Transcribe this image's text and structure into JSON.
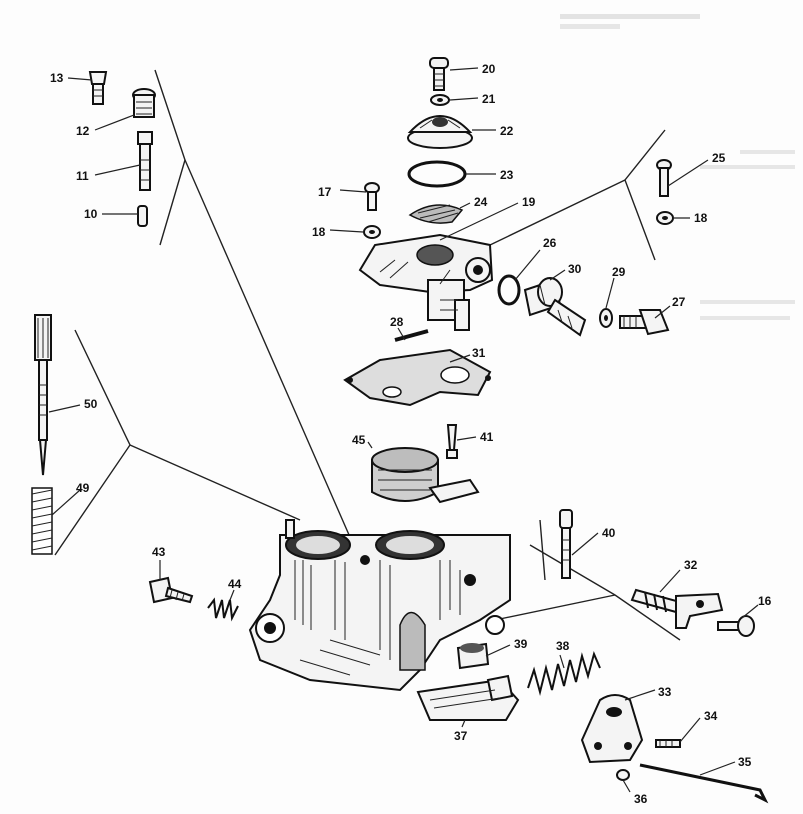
{
  "diagram": {
    "callouts": [
      {
        "id": "c20",
        "label": "20"
      },
      {
        "id": "c21",
        "label": "21"
      },
      {
        "id": "c22",
        "label": "22"
      },
      {
        "id": "c23",
        "label": "23"
      },
      {
        "id": "c24",
        "label": "24"
      },
      {
        "id": "c19",
        "label": "19"
      },
      {
        "id": "c17",
        "label": "17"
      },
      {
        "id": "c18a",
        "label": "18"
      },
      {
        "id": "c25",
        "label": "25"
      },
      {
        "id": "c18b",
        "label": "18"
      },
      {
        "id": "c26",
        "label": "26"
      },
      {
        "id": "c30",
        "label": "30"
      },
      {
        "id": "c29",
        "label": "29"
      },
      {
        "id": "c27",
        "label": "27"
      },
      {
        "id": "c28",
        "label": "28"
      },
      {
        "id": "c31",
        "label": "31"
      },
      {
        "id": "c13",
        "label": "13"
      },
      {
        "id": "c12",
        "label": "12"
      },
      {
        "id": "c11",
        "label": "11"
      },
      {
        "id": "c10",
        "label": "10"
      },
      {
        "id": "c50",
        "label": "50"
      },
      {
        "id": "c49",
        "label": "49"
      },
      {
        "id": "c45",
        "label": "45"
      },
      {
        "id": "c41",
        "label": "41"
      },
      {
        "id": "c40",
        "label": "40"
      },
      {
        "id": "c43",
        "label": "43"
      },
      {
        "id": "c44",
        "label": "44"
      },
      {
        "id": "c32",
        "label": "32"
      },
      {
        "id": "c16",
        "label": "16"
      },
      {
        "id": "c39",
        "label": "39"
      },
      {
        "id": "c38",
        "label": "38"
      },
      {
        "id": "c37",
        "label": "37"
      },
      {
        "id": "c33",
        "label": "33"
      },
      {
        "id": "c34",
        "label": "34"
      },
      {
        "id": "c35",
        "label": "35"
      },
      {
        "id": "c36",
        "label": "36"
      }
    ],
    "bleed_through_text": [
      "",
      "",
      ""
    ]
  }
}
